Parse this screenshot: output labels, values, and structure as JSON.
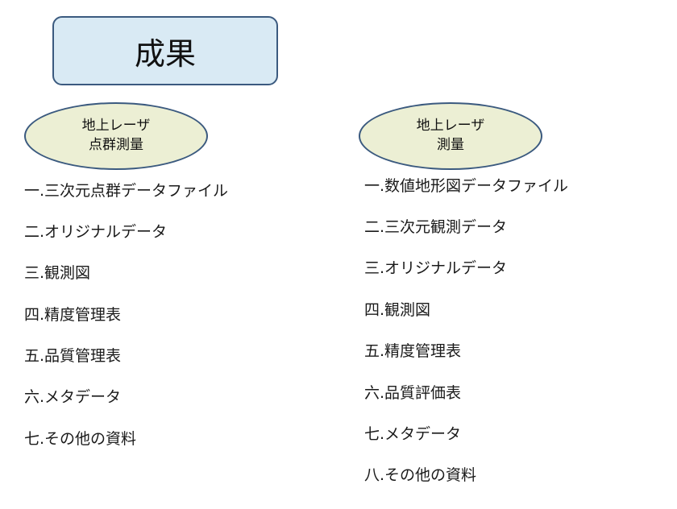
{
  "title": "成果",
  "left": {
    "heading_lines": [
      "地上レーザ",
      "点群測量"
    ],
    "items": [
      "一.三次元点群データファイル",
      "二.オリジナルデータ",
      "三.観測図",
      "四.精度管理表",
      "五.品質管理表",
      "六.メタデータ",
      "七.その他の資料"
    ]
  },
  "right": {
    "heading_lines": [
      "地上レーザ",
      "測量"
    ],
    "items": [
      "一.数値地形図データファイル",
      "二.三次元観測データ",
      "三.オリジナルデータ",
      "四.観測図",
      "五.精度管理表",
      "六.品質評価表",
      "七.メタデータ",
      "八.その他の資料"
    ]
  },
  "colors": {
    "title_fill": "#d9eaf4",
    "ellipse_fill": "#ecefd4",
    "border": "#3b5a7f"
  }
}
